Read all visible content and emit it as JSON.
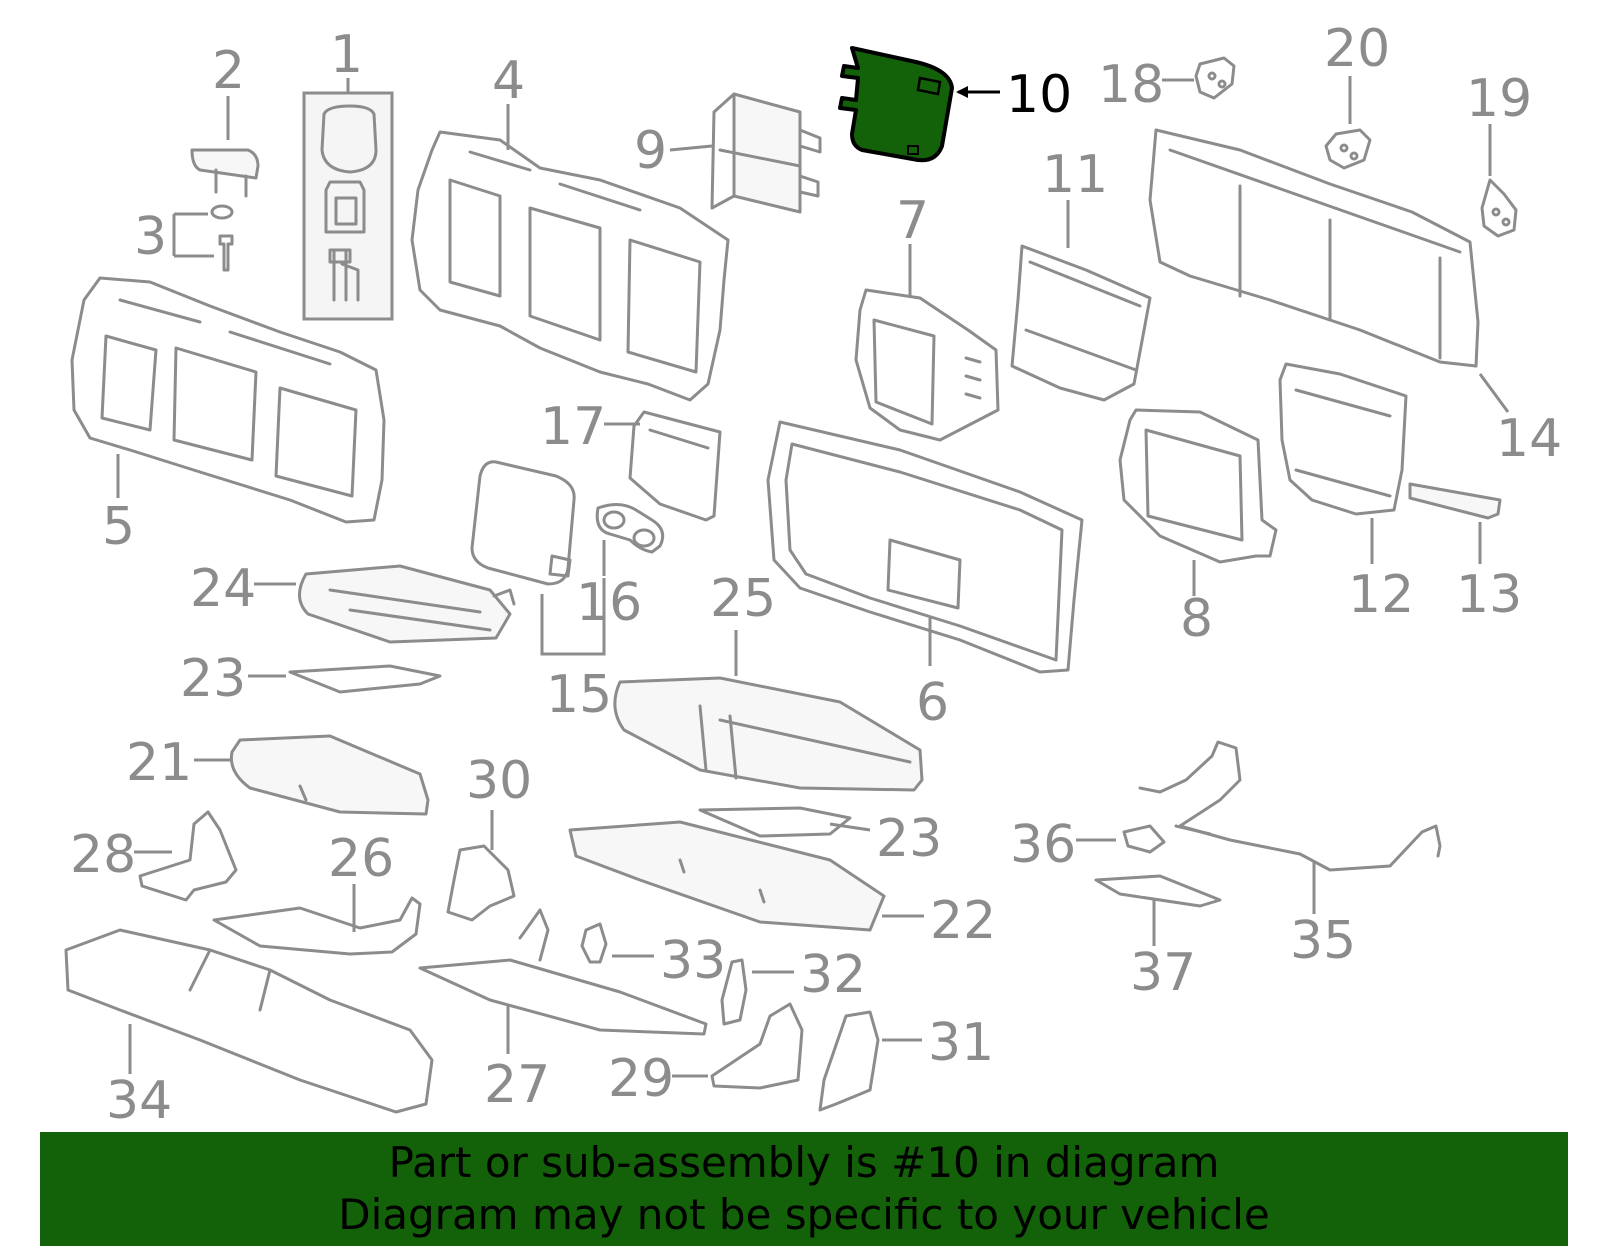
{
  "diagram": {
    "highlight_color": "#136108",
    "part_color": "#8c8c8c",
    "callouts": {
      "c1": "1",
      "c2": "2",
      "c3": "3",
      "c4": "4",
      "c5": "5",
      "c6": "6",
      "c7": "7",
      "c8": "8",
      "c9": "9",
      "c10": "10",
      "c11": "11",
      "c12": "12",
      "c13": "13",
      "c14": "14",
      "c15": "15",
      "c16": "16",
      "c17": "17",
      "c18": "18",
      "c19": "19",
      "c20": "20",
      "c21": "21",
      "c22": "22",
      "c23a": "23",
      "c23b": "23",
      "c24": "24",
      "c25": "25",
      "c26": "26",
      "c27": "27",
      "c28": "28",
      "c29": "29",
      "c30": "30",
      "c31": "31",
      "c32": "32",
      "c33": "33",
      "c34": "34",
      "c35": "35",
      "c36": "36",
      "c37": "37"
    }
  },
  "footer": {
    "line1": "Part or sub-assembly is #10 in diagram",
    "line2": "Diagram may not be specific to your vehicle",
    "background": "#136108"
  }
}
